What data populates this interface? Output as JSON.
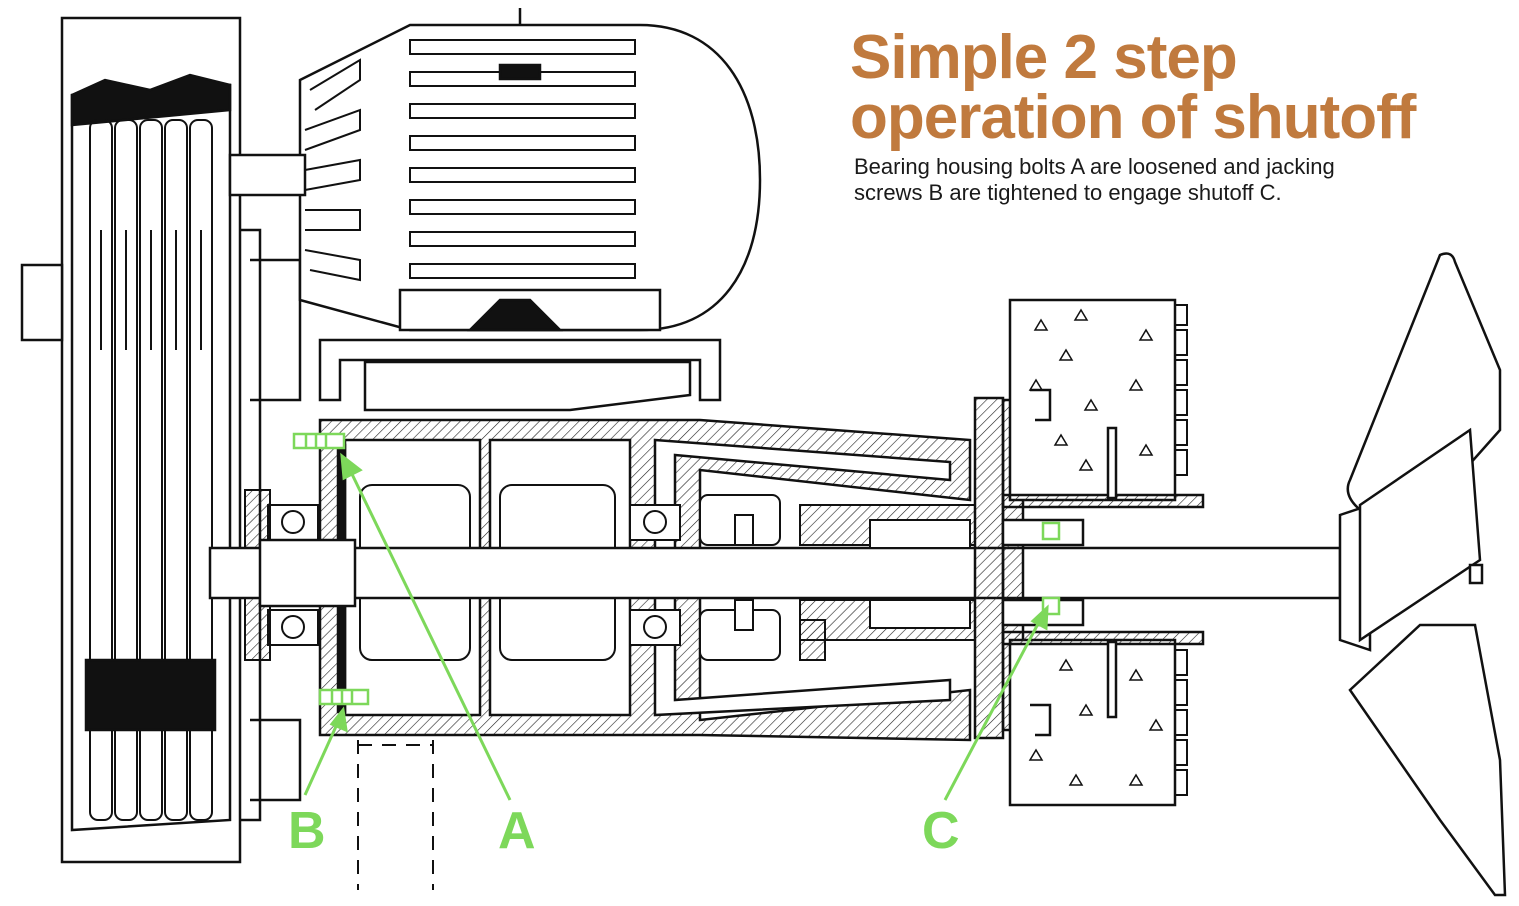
{
  "heading": {
    "line1": "Simple 2 step",
    "line2": "operation of shutoff"
  },
  "caption": {
    "line1": "Bearing housing bolts A are loosened and jacking",
    "line2": "screws B are tightened to engage shutoff C."
  },
  "callouts": {
    "a": "A",
    "b": "B",
    "c": "C"
  },
  "colors": {
    "title": "#c07a3e",
    "callout": "#7dd85a",
    "ink": "#1a1a1a"
  }
}
